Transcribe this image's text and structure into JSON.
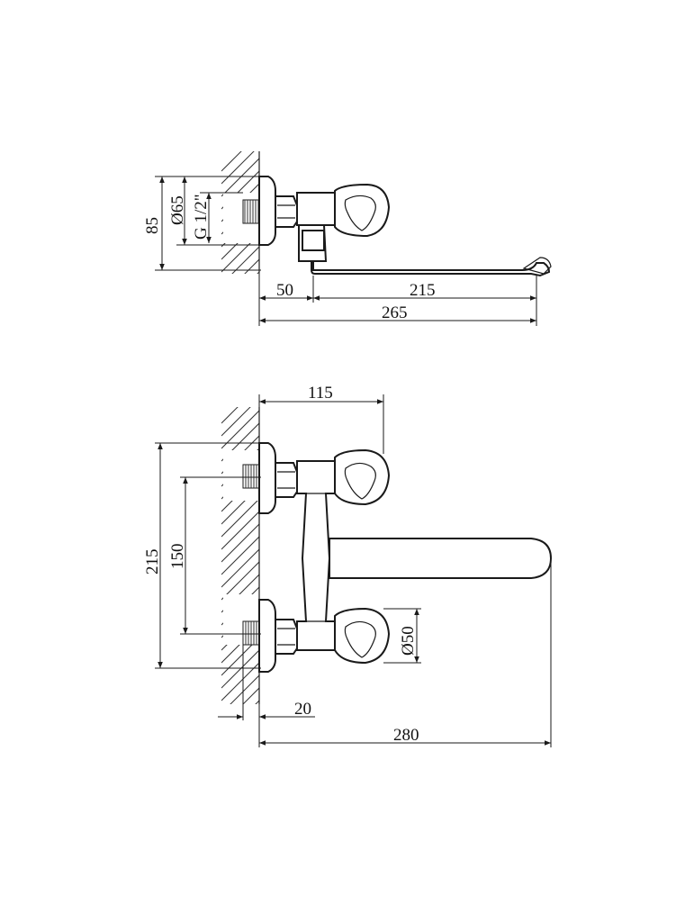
{
  "side_view": {
    "dim_height": "85",
    "dim_flange_diameter": "Ø65",
    "dim_thread": "G 1/2\"",
    "dim_wall_to_axis": "50",
    "dim_spout_reach": "215",
    "dim_total_length": "265"
  },
  "front_view": {
    "dim_handle_offset": "115",
    "dim_total_height": "215",
    "dim_center_distance": "150",
    "dim_handle_diameter": "Ø50",
    "dim_eccentric": "20",
    "dim_spout_length": "280"
  }
}
